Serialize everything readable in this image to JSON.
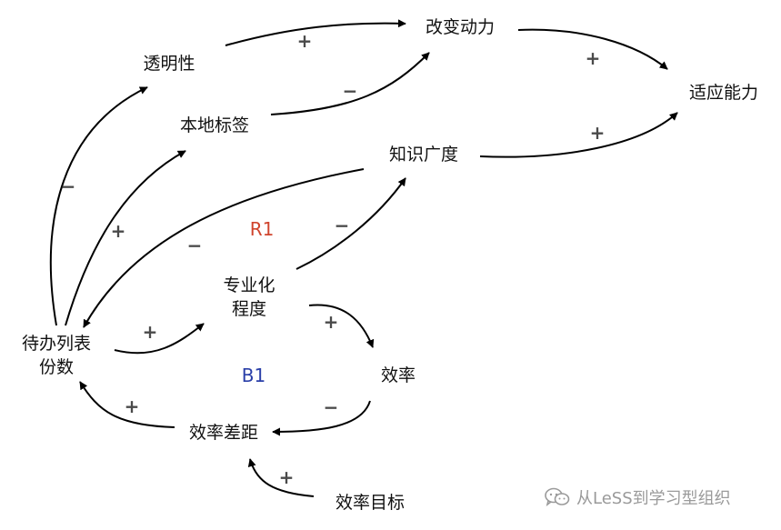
{
  "nodes": {
    "transparency": "透明性",
    "motivation": "改变动力",
    "adaptability": "适应能力",
    "local_label": "本地标签",
    "knowledge": "知识广度",
    "specialization_1": "专业化",
    "specialization_2": "程度",
    "backlog_1": "待办列表",
    "backlog_2": "份数",
    "efficiency": "效率",
    "efficiency_gap": "效率差距",
    "efficiency_target": "效率目标"
  },
  "loops": {
    "r1": {
      "label": "R1",
      "color": "#d0452e"
    },
    "b1": {
      "label": "B1",
      "color": "#2a3fa8"
    }
  },
  "signs": {
    "transparency_motivation": "+",
    "local_label_motivation": "−",
    "motivation_adaptability": "+",
    "knowledge_adaptability": "+",
    "backlog_transparency": "−",
    "backlog_local_label": "+",
    "knowledge_backlog": "−",
    "specialization_knowledge": "−",
    "backlog_specialization": "+",
    "specialization_efficiency": "+",
    "efficiency_gap": "−",
    "gap_backlog": "+",
    "target_gap": "+"
  },
  "watermark": {
    "text": "从LeSS到学习型组织",
    "icon": "wechat-icon"
  }
}
